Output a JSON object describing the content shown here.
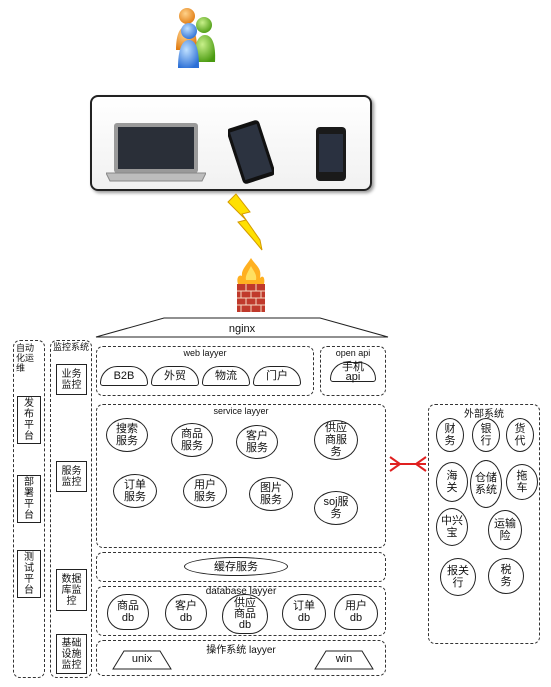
{
  "top_section": {
    "nginx_label": "nginx"
  },
  "left_column": {
    "title": "自动化运维",
    "items": [
      "发布平台",
      "部署平台",
      "测试平台"
    ]
  },
  "monitor_column": {
    "title": "监控系统",
    "items": [
      "业务监控",
      "服务监控",
      "数据库监控",
      "基础设施监控"
    ]
  },
  "web_layer": {
    "title": "web layyer",
    "items": [
      "B2B",
      "外贸",
      "物流",
      "门户"
    ]
  },
  "open_api": {
    "title": "open api",
    "items": [
      "手机api"
    ]
  },
  "service_layer": {
    "title": "service layyer",
    "items": [
      "搜索服务",
      "商品服务",
      "客户服务",
      "供应商服务",
      "订单服务",
      "用户服务",
      "图片服务",
      "soj服务"
    ]
  },
  "cache": {
    "label": "缓存服务"
  },
  "database_layer": {
    "title": "database layyer",
    "items": [
      "商品db",
      "客户db",
      "供应商品db",
      "订单db",
      "用户db"
    ]
  },
  "os_layer": {
    "title": "操作系统 layyer",
    "items": [
      "unix",
      "win"
    ]
  },
  "external": {
    "title": "外部系统",
    "items": [
      "财务",
      "银行",
      "货代",
      "海关",
      "仓储系统",
      "拖车",
      "中兴宝",
      "运输险",
      "报关行",
      "税务"
    ]
  }
}
